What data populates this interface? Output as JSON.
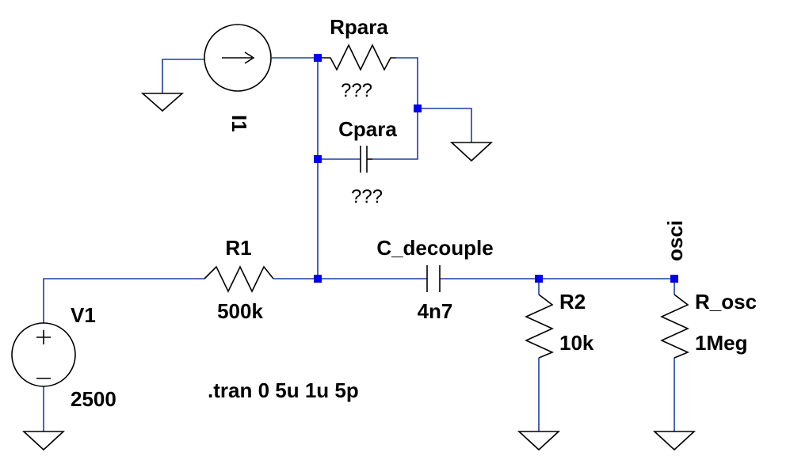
{
  "components": {
    "I1": {
      "name": "I1"
    },
    "Rpara": {
      "name": "Rpara",
      "value": "???"
    },
    "Cpara": {
      "name": "Cpara",
      "value": "???"
    },
    "R1": {
      "name": "R1",
      "value": "500k"
    },
    "C_decouple": {
      "name": "C_decouple",
      "value": "4n7"
    },
    "R2": {
      "name": "R2",
      "value": "10k"
    },
    "R_osc": {
      "name": "R_osc",
      "value": "1Meg"
    },
    "V1": {
      "name": "V1",
      "value": "2500"
    }
  },
  "net_labels": {
    "osci": "osci"
  },
  "directive": ".tran 0 5u 1u 5p",
  "colors": {
    "wire": "#1c3ea8",
    "node": "#0000ee",
    "component": "#000000"
  }
}
